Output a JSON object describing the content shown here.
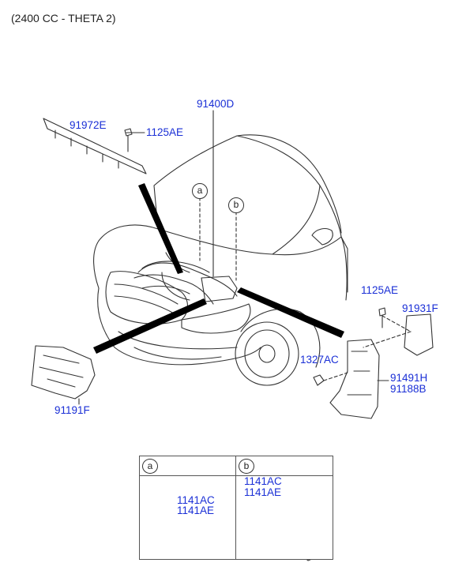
{
  "title": "(2400 CC - THETA 2)",
  "callouts": {
    "a": "a",
    "b": "b"
  },
  "parts": {
    "p91400D": "91400D",
    "p91972E": "91972E",
    "p1125AE_top": "1125AE",
    "p1125AE_right": "1125AE",
    "p91931F": "91931F",
    "p1327AC": "1327AC",
    "p91491H": "91491H",
    "p91188B": "91188B",
    "p91191F": "91191F"
  },
  "detail_table": {
    "col_a": {
      "label": "a",
      "parts": [
        "1141AC",
        "1141AE"
      ]
    },
    "col_b": {
      "label": "b",
      "parts": [
        "1141AC",
        "1141AE"
      ]
    }
  },
  "colors": {
    "link": "#1a2fd6",
    "line": "#333333",
    "band": "#000000"
  }
}
